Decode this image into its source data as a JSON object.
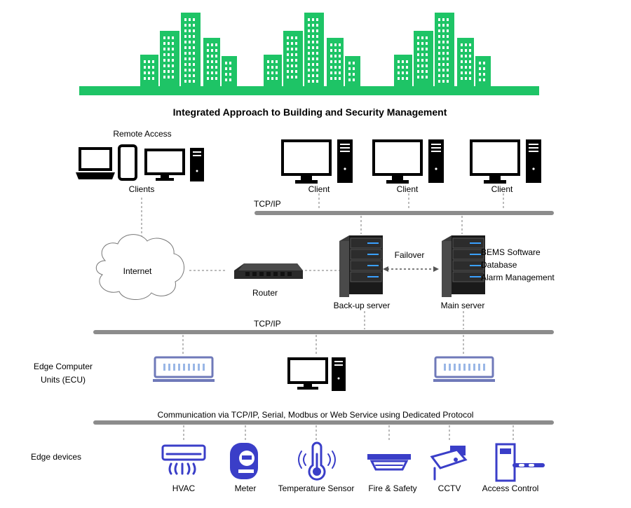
{
  "title": "Integrated Approach to Building and Security Management",
  "remote_access": {
    "label": "Remote Access",
    "clients_label": "Clients"
  },
  "clients": [
    "Client",
    "Client",
    "Client"
  ],
  "network": {
    "tcpip_top": "TCP/IP",
    "tcpip_mid": "TCP/IP",
    "internet": "Internet",
    "router": "Router",
    "failover": "Failover",
    "backup_server": "Back-up server",
    "main_server": "Main server",
    "main_server_roles": [
      "BEMS Software",
      "Database",
      "Alarm Management"
    ]
  },
  "ecu": {
    "label_line1": "Edge Computer",
    "label_line2": "Units (ECU)"
  },
  "communication": "Communication via TCP/IP, Serial, Modbus or Web Service using Dedicated Protocol",
  "edge": {
    "label": "Edge devices",
    "devices": [
      "HVAC",
      "Meter",
      "Temperature Sensor",
      "Fire & Safety",
      "CCTV",
      "Access Control"
    ]
  },
  "colors": {
    "city": "#1ec466",
    "bus": "#8c8c8c",
    "device_icon": "#3a3ec8",
    "ecu": "#6f79b9"
  }
}
